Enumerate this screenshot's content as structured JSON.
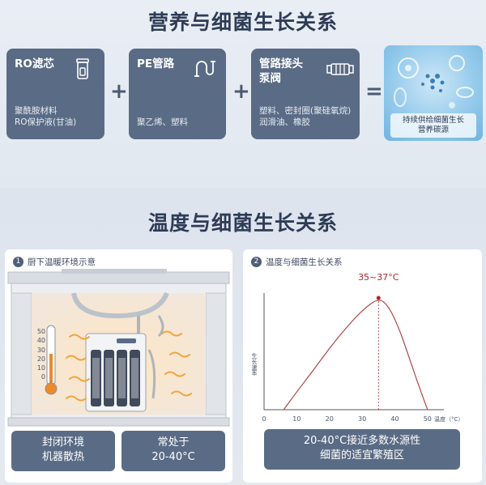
{
  "section1": {
    "title": "营养与细菌生长关系",
    "cards": [
      {
        "name": "RO滤芯",
        "desc_line1": "聚酰胺材料",
        "desc_line2": "RO保护液(甘油)",
        "icon": "filter-cartridge-icon"
      },
      {
        "name": "PE管路",
        "desc_line1": "聚乙烯、塑料",
        "desc_line2": "",
        "icon": "pipe-icon"
      },
      {
        "name_line1": "管路接头",
        "name_line2": "泵阀",
        "desc_line1": "塑料、密封圈(聚硅氧烷)",
        "desc_line2": "润滑油、橡胶",
        "icon": "pipe-fitting-icon"
      }
    ],
    "plus": "+",
    "equals": "=",
    "result_line1": "持续供给细菌生长",
    "result_line2": "营养碳源"
  },
  "section2": {
    "title": "温度与细菌生长关系",
    "panel1": {
      "number": "1",
      "title": "厨下温暖环境示意",
      "thermo_ticks": [
        "50",
        "40",
        "30",
        "20",
        "10",
        "0"
      ],
      "btn1_line1": "封闭环境",
      "btn1_line2": "机器散热",
      "btn2_line1": "常处于",
      "btn2_line2": "20-40°C"
    },
    "panel2": {
      "number": "2",
      "title": "温度与细菌生长关系",
      "peak_label": "35~37°C",
      "ylabel": "生长速率",
      "xlabel": "温度（°C）",
      "note_line1": "20-40°C接近多数水源性",
      "note_line2": "细菌的适宜繁殖区"
    }
  },
  "chart_data": {
    "type": "line",
    "xlabel": "温度（°C）",
    "ylabel": "生长速率",
    "x_ticks": [
      0,
      10,
      20,
      30,
      40,
      50
    ],
    "xlim": [
      0,
      55
    ],
    "ylim": [
      0,
      1
    ],
    "series": [
      {
        "x": [
          6,
          10,
          15,
          20,
          25,
          30,
          35,
          38,
          41,
          44,
          47,
          50
        ],
        "values": [
          0.0,
          0.16,
          0.35,
          0.55,
          0.73,
          0.89,
          1.0,
          0.93,
          0.75,
          0.5,
          0.24,
          0.0
        ]
      }
    ],
    "annotation": {
      "x": 35,
      "label": "35~37°C"
    },
    "colors": {
      "curve": "#b0464a",
      "marker": "#b0262a"
    }
  }
}
